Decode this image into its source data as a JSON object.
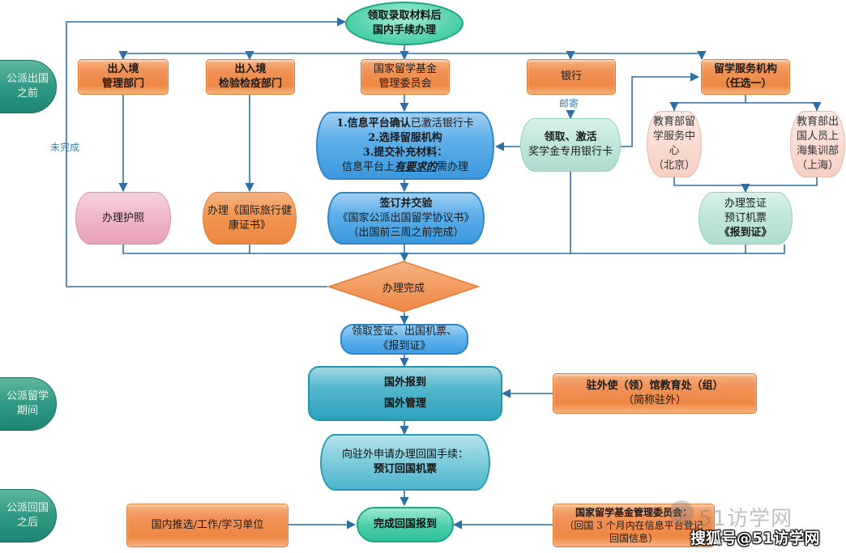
{
  "phases": {
    "before": "公派出国之前",
    "before_lines": [
      "公派出国",
      "之前"
    ],
    "during_lines": [
      "公派留学",
      "期间"
    ],
    "after_lines": [
      "公派回国",
      "之后"
    ]
  },
  "start": {
    "lines": [
      "领取录取材料后",
      "国内手续办理"
    ]
  },
  "agencies": {
    "exit_entry": [
      "出入境",
      "管理部门"
    ],
    "quarantine": [
      "出入境",
      "检验检疫部门"
    ],
    "csc": [
      "国家留学基金",
      "管理委员会"
    ],
    "bank": [
      "银行"
    ],
    "service_org": [
      "留学服务机构",
      "（任选一）"
    ]
  },
  "steps": {
    "passport": [
      "办理护照"
    ],
    "health_cert": [
      "办理《国际旅行健",
      "康证书》"
    ],
    "platform": {
      "line1_bold": "1.信息平台确认",
      "line1_rest": "已激活银行卡",
      "line2": "2.选择留服机构",
      "line3": "3.提交补充材料：",
      "line4_pre": "信息平台上",
      "line4_emph": "有要求的",
      "line4_post": "需办理"
    },
    "agreement": [
      "签订并交验",
      "《国家公派出国留学协议书》",
      "（出国前三周之前完成）"
    ],
    "bank_card": [
      "领取、激活",
      "奖学金专用银行卡"
    ],
    "beijing": [
      "教育部留",
      "学服务中",
      "心",
      "（北京）"
    ],
    "shanghai": [
      "教育部出",
      "国人员上",
      "海集训部",
      "（上海）"
    ],
    "visa": [
      "办理签证",
      "预订机票",
      "《报到证》"
    ],
    "done": "办理完成",
    "collect": [
      "领取签证、出国机票、",
      "《报到证》"
    ],
    "abroad": [
      "国外报到",
      "国外管理"
    ],
    "embassy": [
      "驻外使（领）馆教育处（组）",
      "（简称驻外）"
    ],
    "return_apply": [
      "向驻外申请办理回国手续：",
      "预订回国机票"
    ],
    "domestic_unit": "国内推选/工作/学习单位",
    "complete_return": "完成回国报到",
    "csc_return": [
      "国家留学基金管理委员会：",
      "（回国 3 个月内在信息平台登记",
      "回国信息）"
    ]
  },
  "edge_labels": {
    "not_done": "未完成",
    "mail": "邮寄"
  },
  "watermark": {
    "line1": "51访学网",
    "line2": "搜狐号@51访学网"
  },
  "colors": {
    "line": "#2f6fa8",
    "orange": "#ee8742",
    "phase_green": "#2f9a84",
    "blue": "#3b98dd",
    "teal": "#2ea3bd"
  }
}
